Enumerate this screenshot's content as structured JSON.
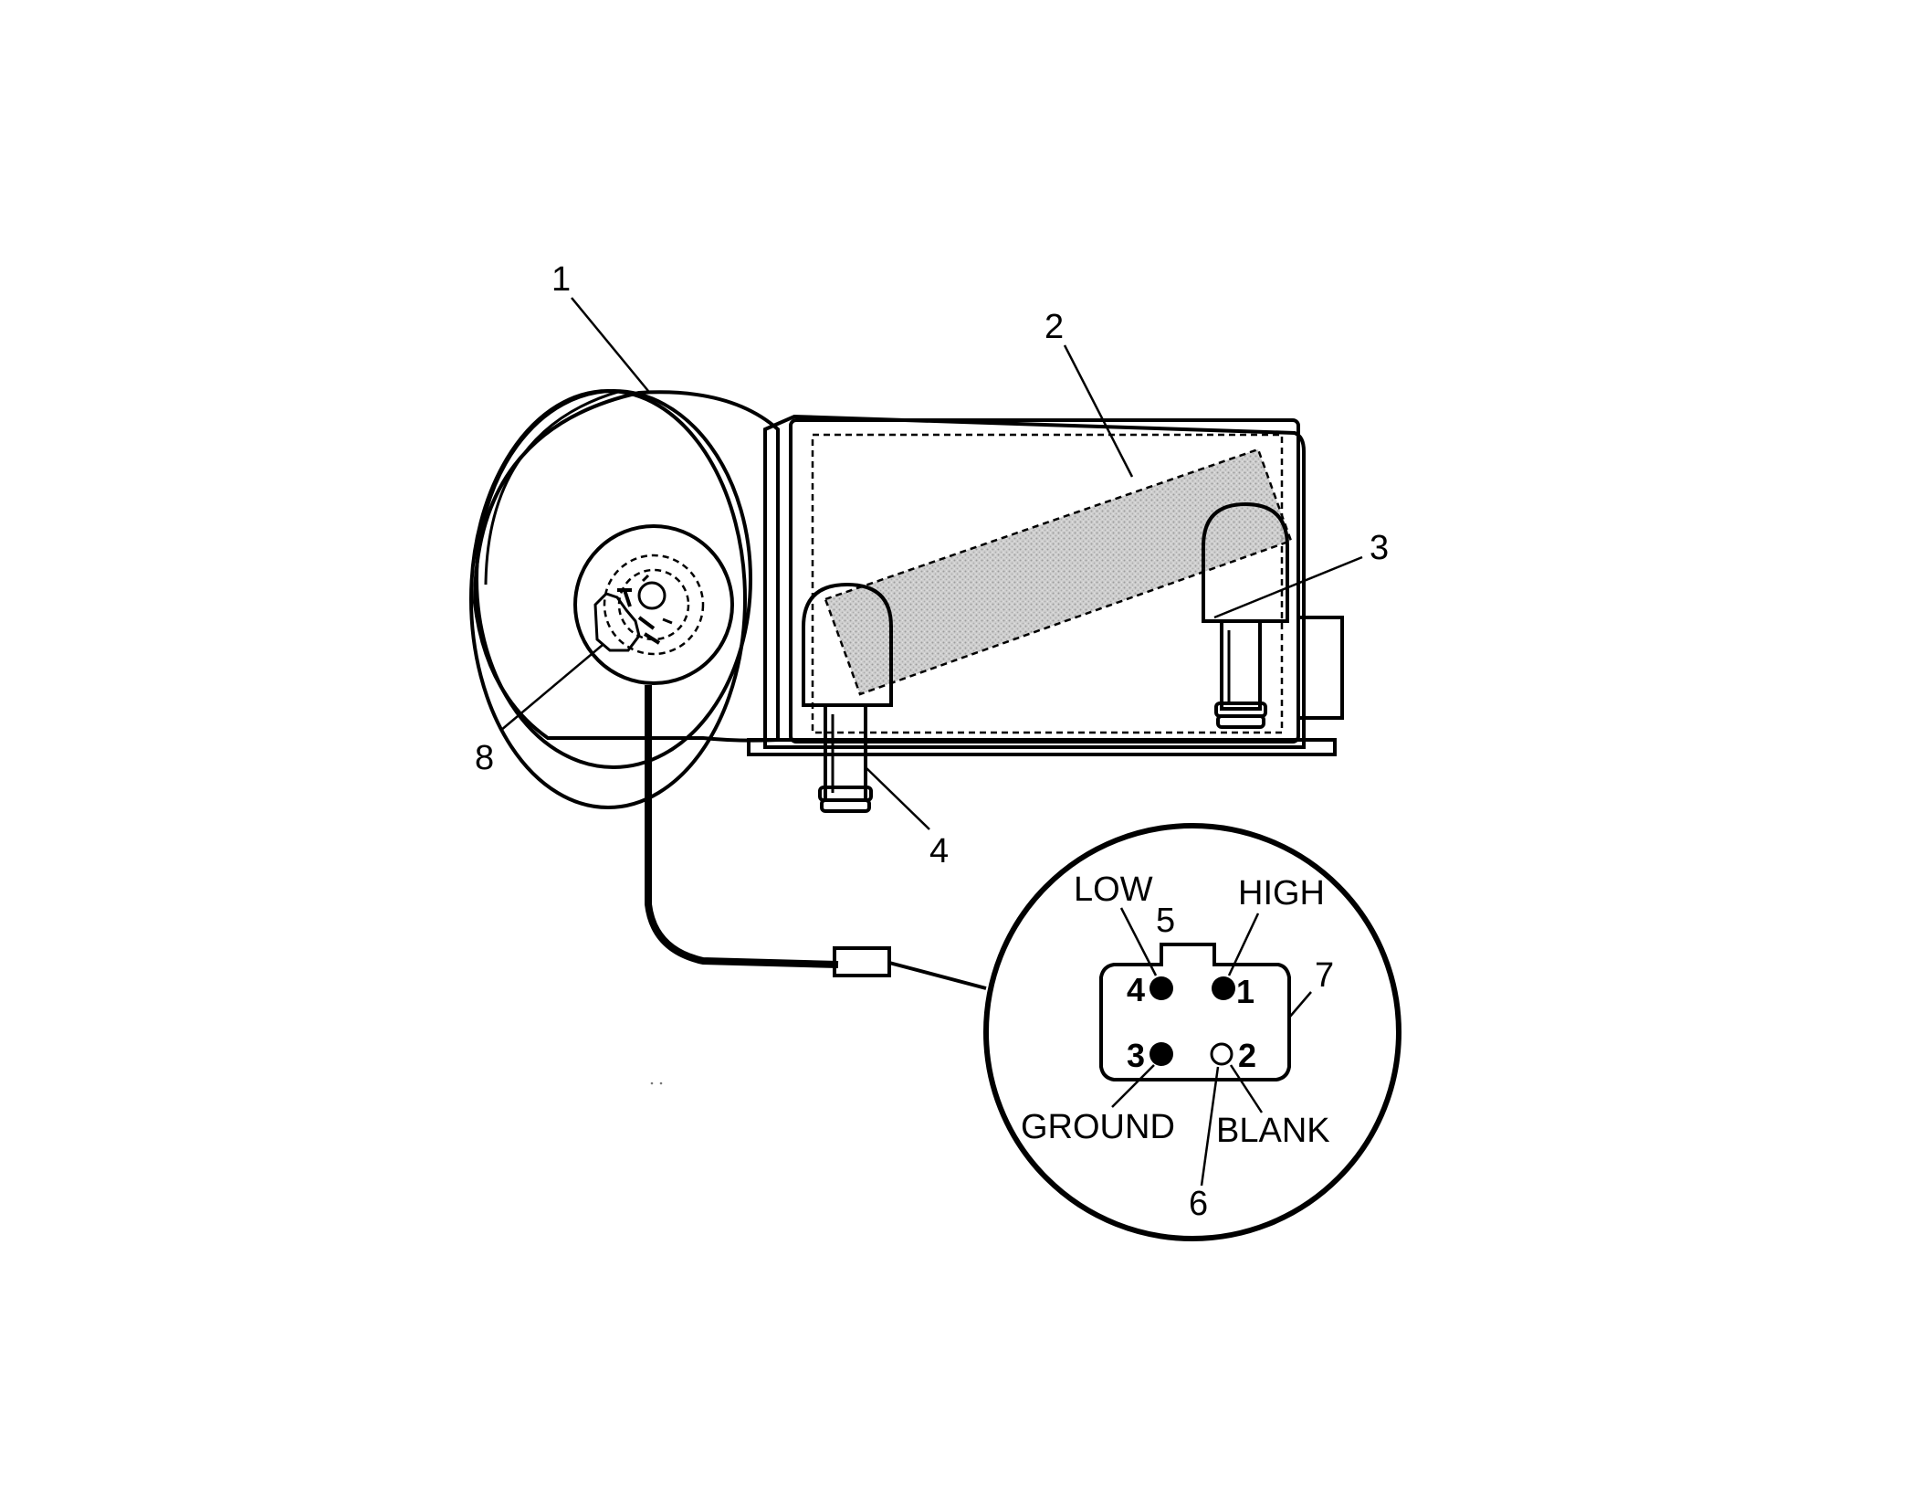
{
  "callouts": {
    "c1": "1",
    "c2": "2",
    "c3": "3",
    "c4": "4",
    "c5": "5",
    "c6": "6",
    "c7": "7",
    "c8": "8"
  },
  "connector": {
    "pins": {
      "p1": "1",
      "p2": "2",
      "p3": "3",
      "p4": "4"
    },
    "labels": {
      "low": "LOW",
      "high": "HIGH",
      "ground": "GROUND",
      "blank": "BLANK"
    }
  }
}
